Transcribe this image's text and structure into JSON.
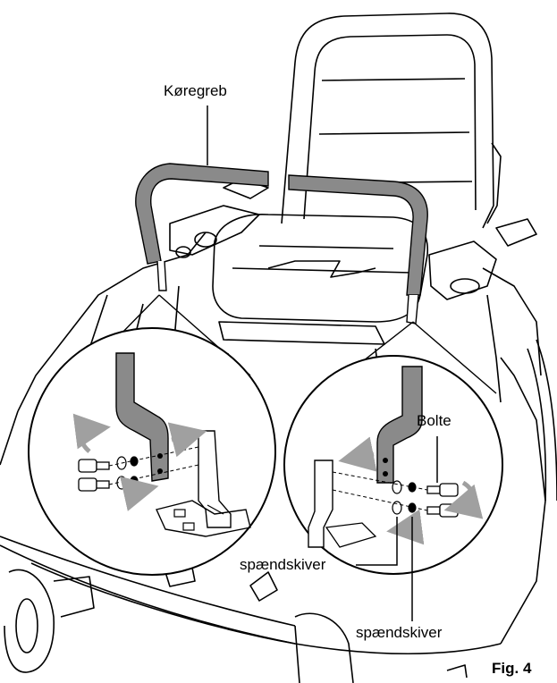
{
  "labels": {
    "handle": "Køregreb",
    "bolts": "Bolte",
    "washers_1": "spændskiver",
    "washers_2": "spændskiver"
  },
  "figure_label": "Fig. 4",
  "colors": {
    "line": "#000000",
    "handle_fill": "#8a8a8a",
    "arrow": "#a0a0a0",
    "background": "#ffffff"
  }
}
